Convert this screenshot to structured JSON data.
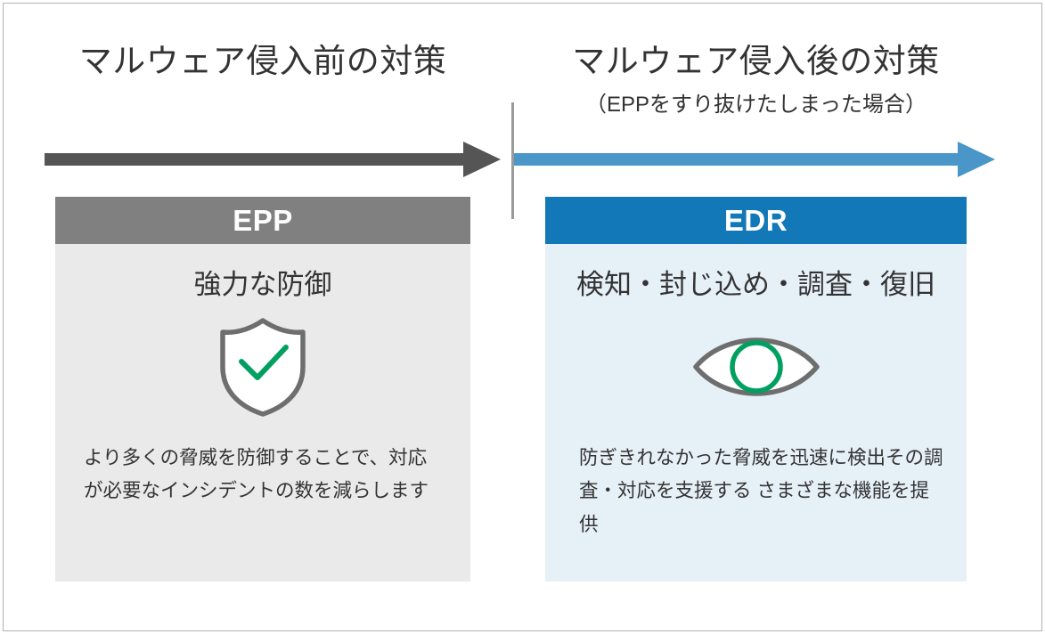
{
  "columns": {
    "left": {
      "title": "マルウェア侵入前の対策",
      "subtitle": ""
    },
    "right": {
      "title": "マルウェア侵入後の対策",
      "subtitle": "（EPPをすり抜けたしまった場合）"
    }
  },
  "arrows": {
    "left": {
      "name": "pre-infection-arrow",
      "color": "#555555"
    },
    "right": {
      "name": "post-infection-arrow",
      "color": "#4a96c9"
    }
  },
  "divider": {
    "color": "#9a9a9a"
  },
  "panels": {
    "epp": {
      "header": "EPP",
      "header_color": "#808080",
      "body_color": "#eaeaea",
      "subhead": "強力な防御",
      "icon": "shield-check-icon",
      "icon_outline_color": "#6e6e6e",
      "icon_accent_color": "#00a060",
      "body": "より多くの脅威を防御することで、対応が必要なインシデントの数を減らします"
    },
    "edr": {
      "header": "EDR",
      "header_color": "#1278b8",
      "body_color": "#e6f0f7",
      "subhead": "検知・封じ込め・調査・復旧",
      "icon": "eye-icon",
      "icon_outline_color": "#6e6e6e",
      "icon_accent_color": "#00a060",
      "body": "防ぎきれなかった脅威を迅速に検出その調査・対応を支援する さまざまな機能を提供"
    }
  }
}
